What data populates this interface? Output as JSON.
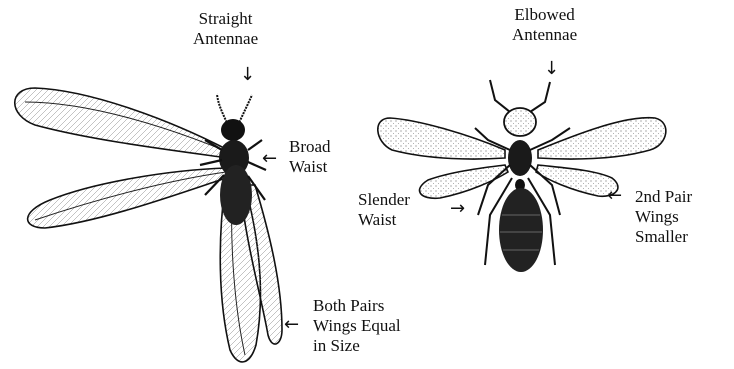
{
  "termite": {
    "antennae_label": [
      "Straight",
      "Antennae"
    ],
    "waist_label": [
      "Broad",
      "Waist"
    ],
    "wings_label": [
      "Both Pairs",
      "Wings Equal",
      "in Size"
    ]
  },
  "ant": {
    "antennae_label": [
      "Elbowed",
      "Antennae"
    ],
    "waist_label": [
      "Slender",
      "Waist"
    ],
    "wings_label": [
      "2nd Pair",
      "Wings",
      "Smaller"
    ]
  },
  "arrows": {
    "down": "↓",
    "left": "←",
    "right": "→"
  }
}
